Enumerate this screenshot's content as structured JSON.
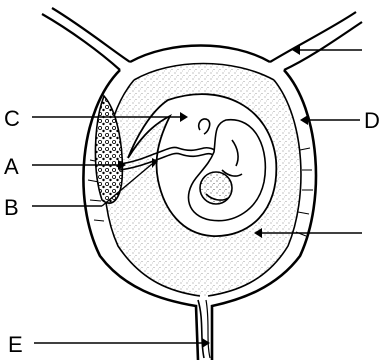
{
  "diagram": {
    "labels": {
      "a": "A",
      "b": "B",
      "c": "C",
      "d": "D",
      "e": "E"
    }
  },
  "colors": {
    "ink": "#000000",
    "paper": "#ffffff"
  }
}
